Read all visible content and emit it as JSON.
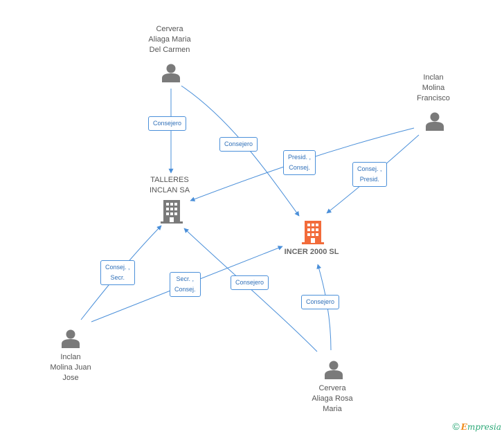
{
  "colors": {
    "edge": "#4a8fd9",
    "person": "#7a7a7a",
    "company_main": "#7a7a7a",
    "company_target": "#f26b3a"
  },
  "nodes": {
    "cervera_carmen": {
      "label": "Cervera\nAliaga Maria\nDel Carmen",
      "icon": "person-icon"
    },
    "inclan_francisco": {
      "label": "Inclan\nMolina\nFrancisco",
      "icon": "person-icon"
    },
    "talleres": {
      "label": "TALLERES\nINCLAN SA",
      "icon": "building-icon"
    },
    "incer": {
      "label": "INCER 2000 SL",
      "icon": "building-icon"
    },
    "inclan_juan": {
      "label": "Inclan\nMolina Juan\nJose",
      "icon": "person-icon"
    },
    "cervera_rosa": {
      "label": "Cervera\nAliaga Rosa\nMaria",
      "icon": "person-icon"
    }
  },
  "edges": [
    {
      "label": "Consejero"
    },
    {
      "label": "Consejero"
    },
    {
      "label": "Presid. ,\nConsej."
    },
    {
      "label": "Consej. ,\nPresid."
    },
    {
      "label": "Consej. ,\nSecr."
    },
    {
      "label": "Secr. ,\nConsej."
    },
    {
      "label": "Consejero"
    },
    {
      "label": "Consejero"
    }
  ],
  "footer": {
    "copyright": "©",
    "brand_initial": "E",
    "brand_rest": "mpresia"
  }
}
